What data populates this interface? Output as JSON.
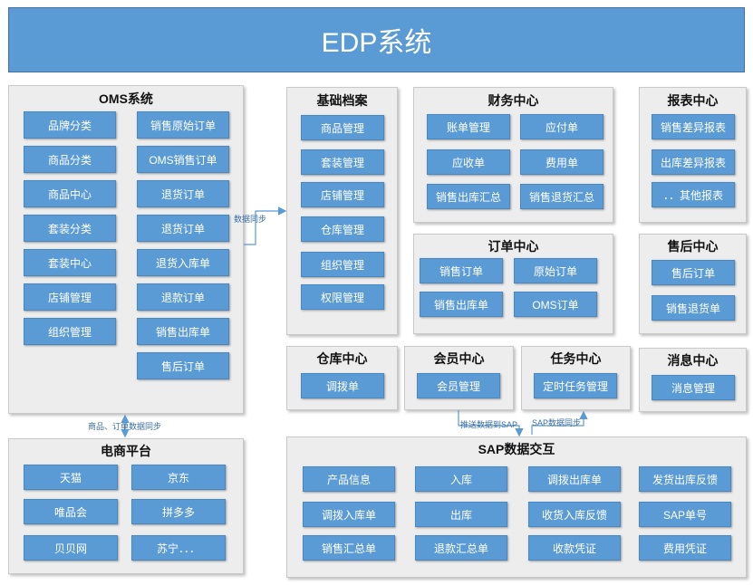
{
  "title": "EDP系统",
  "oms": {
    "title": "OMS系统",
    "left": [
      "品牌分类",
      "商品分类",
      "商品中心",
      "套装分类",
      "套装中心",
      "店铺管理",
      "组织管理"
    ],
    "right": [
      "销售原始订单",
      "OMS销售订单",
      "退货订单",
      "退货订单",
      "退货入库单",
      "退款订单",
      "销售出库单",
      "售后订单"
    ]
  },
  "jichu": {
    "title": "基础档案",
    "items": [
      "商品管理",
      "套装管理",
      "店铺管理",
      "仓库管理",
      "组织管理",
      "权限管理"
    ]
  },
  "caiwu": {
    "title": "财务中心",
    "items": [
      "账单管理",
      "应付单",
      "应收单",
      "费用单",
      "销售出库汇总",
      "销售退货汇总"
    ]
  },
  "baobiao": {
    "title": "报表中心",
    "items": [
      "销售差异报表",
      "出库差异报表",
      "．．其他报表"
    ]
  },
  "dingdan": {
    "title": "订单中心",
    "items": [
      "销售订单",
      "原始订单",
      "销售出库单",
      "OMS订单"
    ]
  },
  "shouhou": {
    "title": "售后中心",
    "items": [
      "售后订单",
      "销售退货单"
    ]
  },
  "cangku": {
    "title": "仓库中心",
    "items": [
      "调拨单"
    ]
  },
  "huiyuan": {
    "title": "会员中心",
    "items": [
      "会员管理"
    ]
  },
  "renwu": {
    "title": "任务中心",
    "items": [
      "定时任务管理"
    ]
  },
  "xiaoxi": {
    "title": "消息中心",
    "items": [
      "消息管理"
    ]
  },
  "dianshang": {
    "title": "电商平台",
    "items": [
      "天猫",
      "京东",
      "唯品会",
      "拼多多",
      "贝贝网",
      "苏宁．．．"
    ]
  },
  "sap": {
    "title": "SAP数据交互",
    "items": [
      "产品信息",
      "入库",
      "调拨出库单",
      "发货出库反馈",
      "调拨入库单",
      "出库",
      "收货入库反馈",
      "SAP单号",
      "销售汇总单",
      "退款汇总单",
      "收款凭证",
      "费用凭证"
    ]
  },
  "connectors": {
    "data_sync": "数据同步",
    "platform_sync": "商品、订单数据同步",
    "push_sap": "推送数据到SAP",
    "sap_sync": "SAP数据同步"
  }
}
